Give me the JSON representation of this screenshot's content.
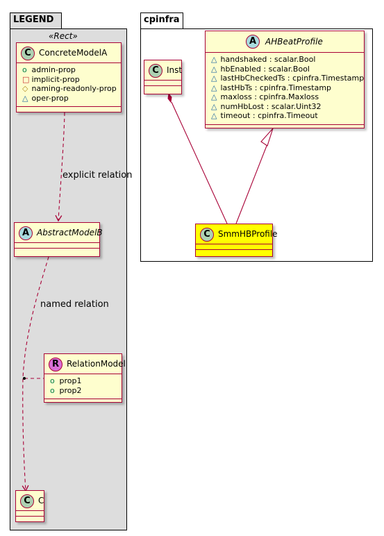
{
  "legend": {
    "title": "LEGEND",
    "stereotype": "«Rect»",
    "concrete": {
      "badge": "C",
      "name": "ConcreteModelA",
      "attrs": [
        {
          "vis": "o",
          "text": "admin-prop"
        },
        {
          "vis": "□",
          "text": "implicit-prop"
        },
        {
          "vis": "◇",
          "text": "naming-readonly-prop"
        },
        {
          "vis": "△",
          "text": "oper-prop"
        }
      ]
    },
    "abstract": {
      "badge": "A",
      "name": "AbstractModelB"
    },
    "relation": {
      "badge": "R",
      "name": "RelationModel",
      "attrs": [
        {
          "vis": "o",
          "text": "prop1"
        },
        {
          "vis": "o",
          "text": "prop2"
        }
      ]
    },
    "c": {
      "badge": "C",
      "name": "C"
    },
    "explicit_label": "explicit relation",
    "named_label": "named relation"
  },
  "cpinfra": {
    "title": "cpinfra",
    "inst": {
      "badge": "C",
      "name": "Inst"
    },
    "ahbeat": {
      "badge": "A",
      "name": "AHBeatProfile",
      "attrs": [
        {
          "vis": "△",
          "text": "handshaked : scalar.Bool"
        },
        {
          "vis": "△",
          "text": "hbEnabled : scalar.Bool"
        },
        {
          "vis": "△",
          "text": "lastHbCheckedTs : cpinfra.Timestamp"
        },
        {
          "vis": "△",
          "text": "lastHbTs : cpinfra.Timestamp"
        },
        {
          "vis": "△",
          "text": "maxloss : cpinfra.Maxloss"
        },
        {
          "vis": "△",
          "text": "numHbLost : scalar.Uint32"
        },
        {
          "vis": "△",
          "text": "timeout : cpinfra.Timeout"
        }
      ]
    },
    "smm": {
      "badge": "C",
      "name": "SmmHBProfile",
      "color": "#ffff00"
    }
  },
  "colors": {
    "border": "#a80036",
    "class_fill": "#fefece",
    "legend_fill": "#dddddd",
    "highlight": "#ffff00"
  }
}
